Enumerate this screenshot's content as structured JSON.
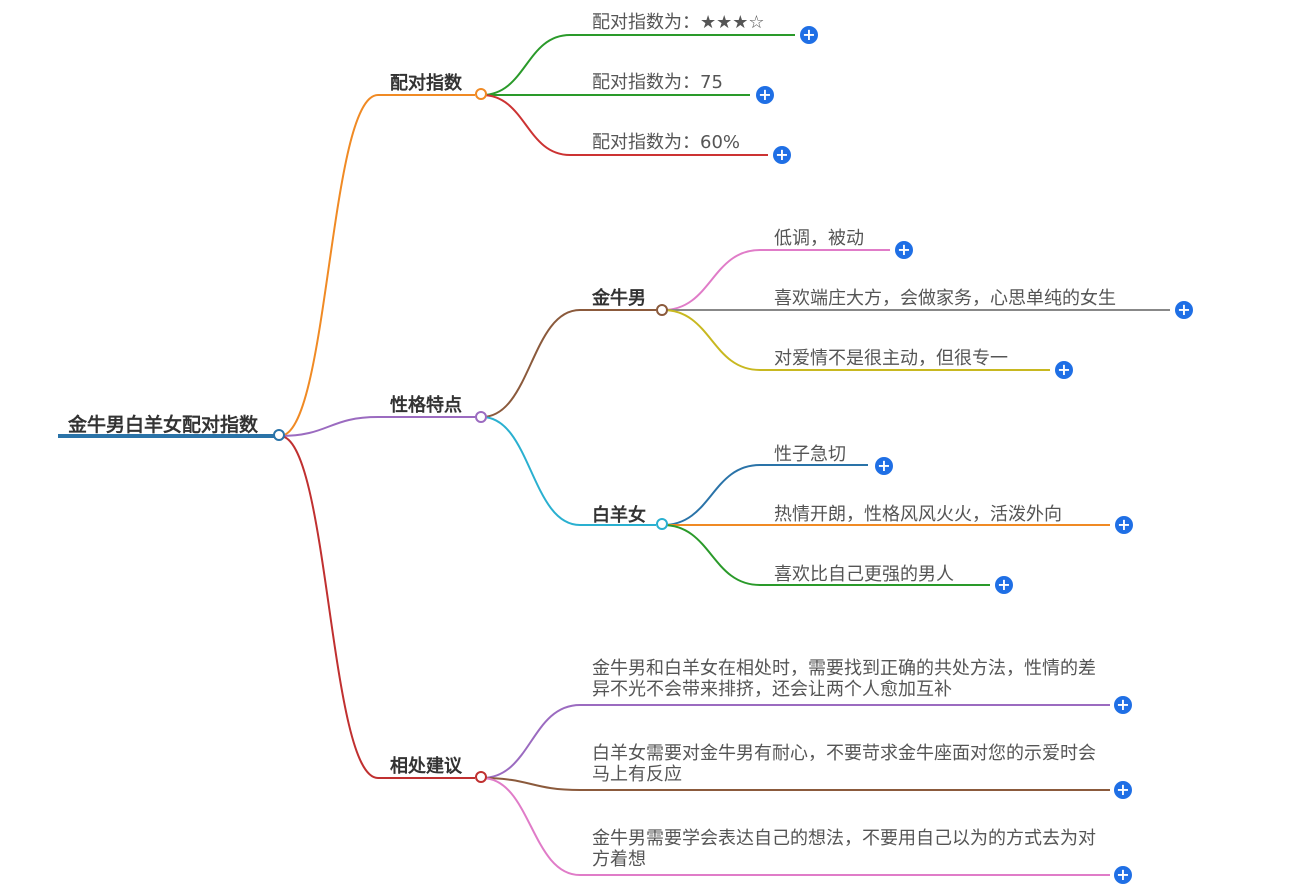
{
  "root": {
    "label": "金牛男白羊女配对指数",
    "color": "#2a73a8"
  },
  "branches": [
    {
      "id": "match",
      "label": "配对指数",
      "color": "#f08a24",
      "children": [
        {
          "label": "配对指数为：★★★☆",
          "color": "#2a9a2a"
        },
        {
          "label": "配对指数为：75",
          "color": "#2a9a2a"
        },
        {
          "label": "配对指数为：60%",
          "color": "#cc3333"
        }
      ]
    },
    {
      "id": "traits",
      "label": "性格特点",
      "color": "#9b6bc0",
      "children": [
        {
          "label": "金牛男",
          "color": "#8b5a3c",
          "children": [
            {
              "label": "低调，被动",
              "color": "#e07cc8"
            },
            {
              "label": "喜欢端庄大方，会做家务，心思单纯的女生",
              "color": "#888888"
            },
            {
              "label": "对爱情不是很主动，但很专一",
              "color": "#c8b820"
            }
          ]
        },
        {
          "label": "白羊女",
          "color": "#2ab0d0",
          "children": [
            {
              "label": "性子急切",
              "color": "#2a73a8"
            },
            {
              "label": "热情开朗，性格风风火火，活泼外向",
              "color": "#f08a24"
            },
            {
              "label": "喜欢比自己更强的男人",
              "color": "#2a9a2a"
            }
          ]
        }
      ]
    },
    {
      "id": "advice",
      "label": "相处建议",
      "color": "#c03030",
      "children": [
        {
          "label": "金牛男和白羊女在相处时，需要找到正确的共处方法，性情的差异不光不会带来排挤，还会让两个人愈加互补",
          "color": "#9b6bc0"
        },
        {
          "label": "白羊女需要对金牛男有耐心，不要苛求金牛座面对您的示爱时会马上有反应",
          "color": "#8b5a3c"
        },
        {
          "label": "金牛男需要学会表达自己的想法，不要用自己以为的方式去为对方着想",
          "color": "#e07cc8"
        }
      ]
    }
  ],
  "expand_icon": "plus-icon"
}
